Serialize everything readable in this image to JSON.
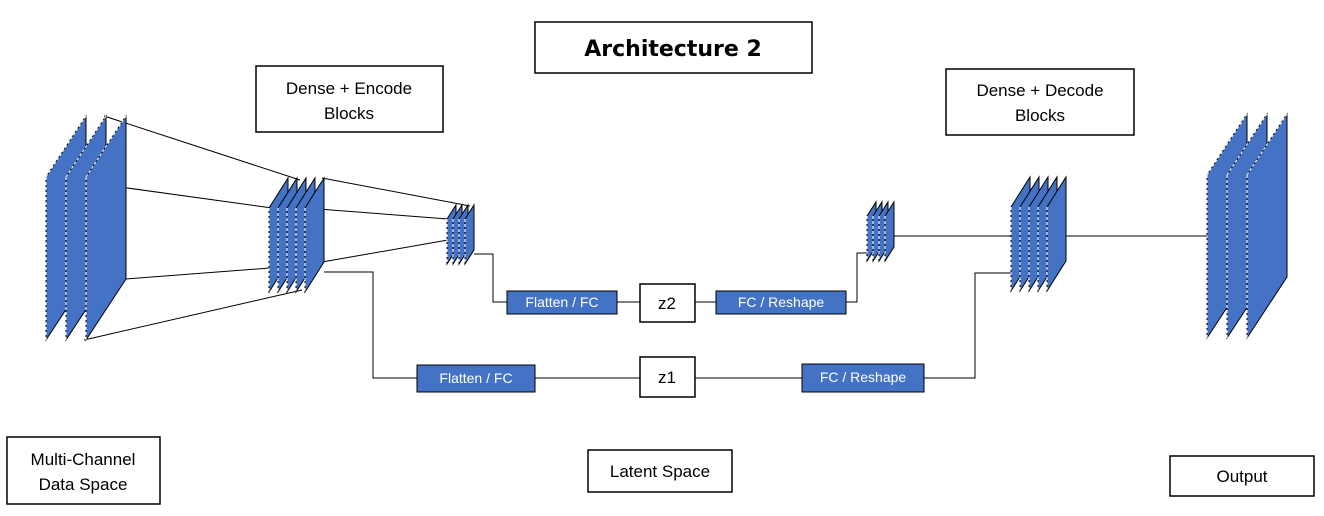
{
  "title": "Architecture 2",
  "labels": {
    "encode_blocks": [
      "Dense + Encode",
      "Blocks"
    ],
    "decode_blocks": [
      "Dense + Decode",
      "Blocks"
    ],
    "input_space": [
      "Multi-Channel",
      "Data Space"
    ],
    "latent_space": "Latent Space",
    "output": "Output"
  },
  "latent_path_2": {
    "encode": "Flatten / FC",
    "z": "z2",
    "decode": "FC / Reshape"
  },
  "latent_path_1": {
    "encode": "Flatten / FC",
    "z": "z1",
    "decode": "FC / Reshape"
  },
  "colors": {
    "block": "#4472c4",
    "block_text": "#ffffff",
    "outline": "#000000"
  }
}
